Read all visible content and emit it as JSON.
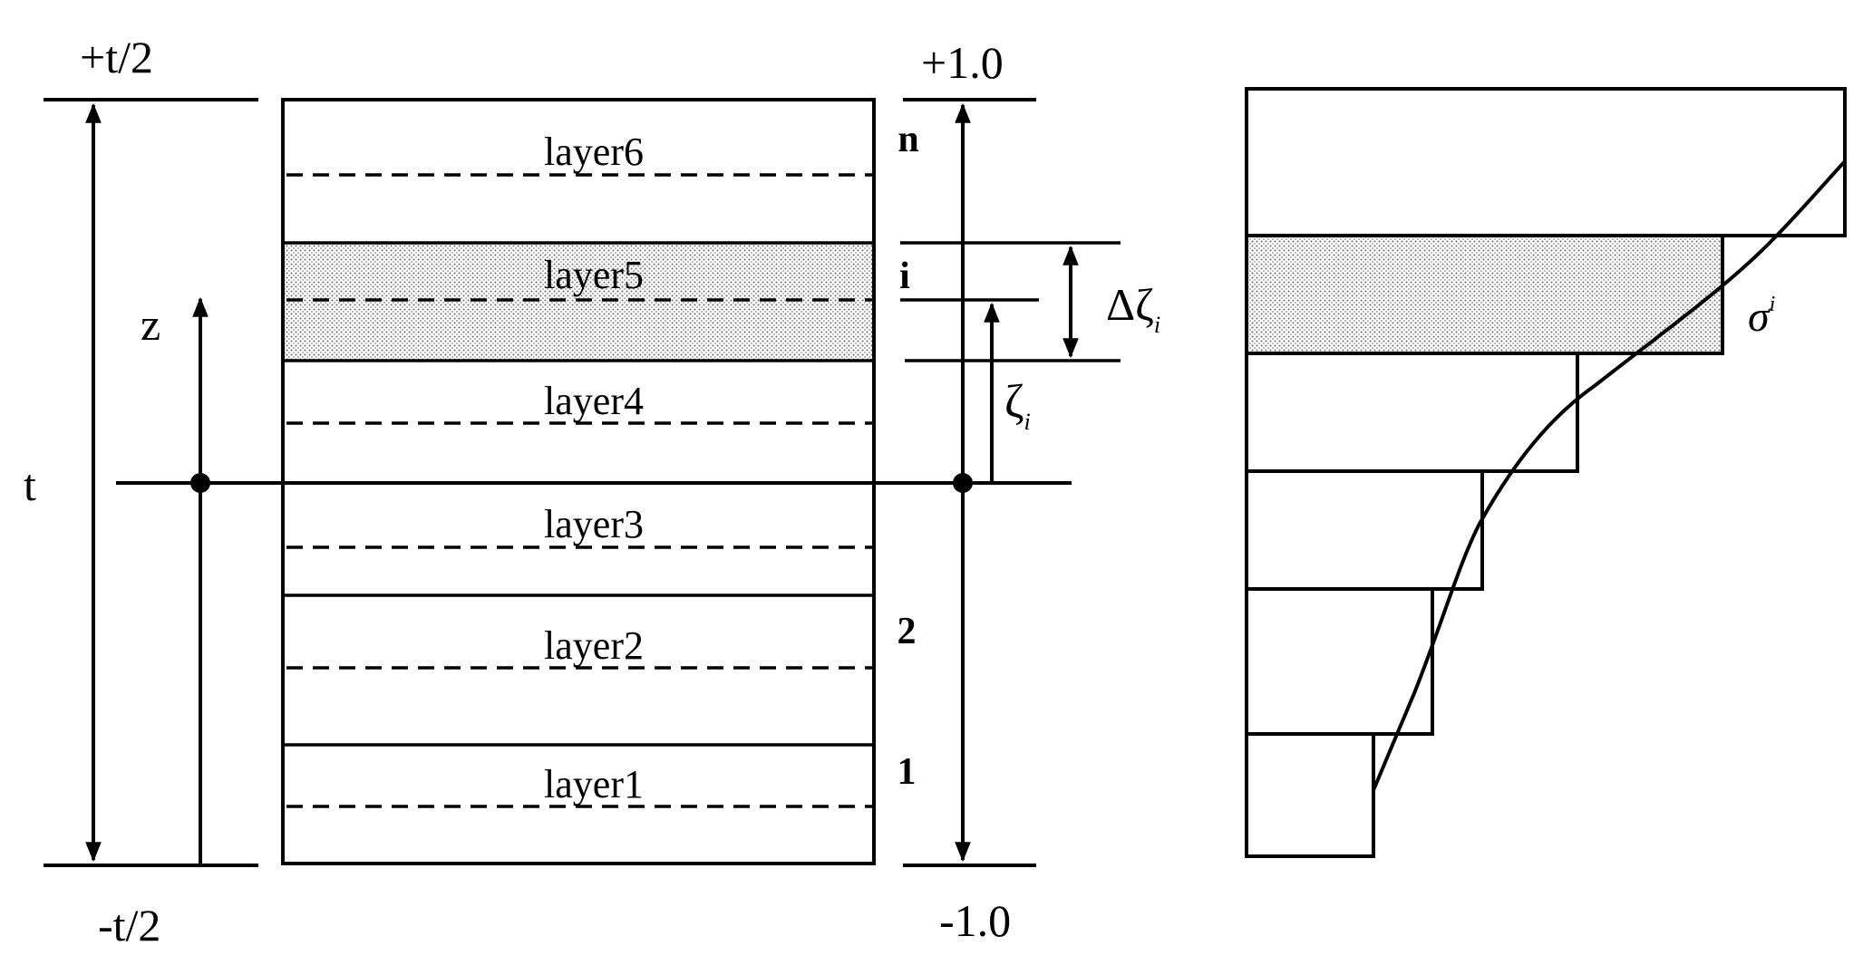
{
  "labels": {
    "top_left": "+t/2",
    "bottom_left": "-t/2",
    "thickness": "t",
    "z_axis": "z",
    "top_right": "+1.0",
    "bottom_right": "-1.0",
    "delta_zeta_prefix": "Δζ",
    "delta_zeta_sub": "i",
    "zeta": "ζ",
    "zeta_sub": "i",
    "sigma": "σ",
    "sigma_sup": "i"
  },
  "layers": [
    {
      "name": "layer6",
      "marker": "n",
      "shaded": false
    },
    {
      "name": "layer5",
      "marker": "i",
      "shaded": true
    },
    {
      "name": "layer4",
      "marker": "",
      "shaded": false
    },
    {
      "name": "layer3",
      "marker": "",
      "shaded": false
    },
    {
      "name": "layer2",
      "marker": "2",
      "shaded": false
    },
    {
      "name": "layer1",
      "marker": "1",
      "shaded": false
    }
  ],
  "stress_bars_count": 6
}
